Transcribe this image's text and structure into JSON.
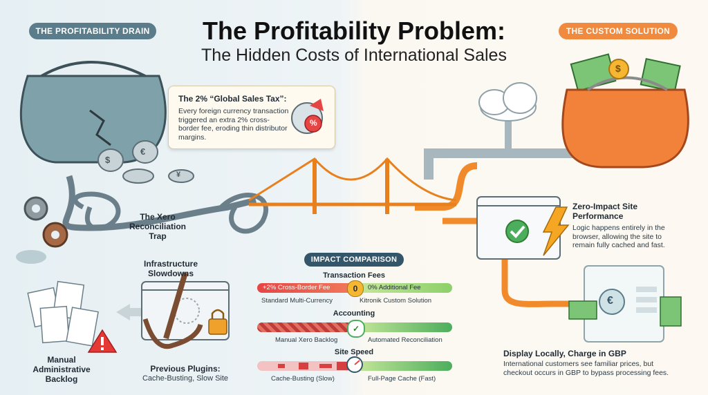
{
  "header": {
    "title": "The Profitability Problem:",
    "subtitle": "The Hidden Costs of International Sales"
  },
  "left_panel": {
    "pill": "THE PROFITABILITY DRAIN",
    "callout": {
      "title": "The 2% “Global Sales Tax”:",
      "body": "Every foreign currency transaction triggered an extra 2% cross-border fee, eroding thin distributor margins."
    },
    "xero_trap": "The Xero Reconciliation Trap",
    "infrastructure": "Infrastructure Slowdowns",
    "manual_backlog": "Manual Administrative Backlog",
    "previous_plugins": {
      "title": "Previous Plugins:",
      "body": "Cache-Busting, Slow Site"
    }
  },
  "right_panel": {
    "pill": "THE CUSTOM SOLUTION",
    "zero_impact": {
      "title": "Zero-Impact Site Performance",
      "body": "Logic happens entirely in the browser, allowing the site to remain fully cached and fast."
    },
    "display_locally": {
      "title": "Display Locally, Charge in GBP",
      "body": "International customers see familiar prices, but checkout occurs in GBP to bypass processing fees."
    }
  },
  "impact": {
    "pill": "IMPACT COMPARISON",
    "sections": [
      {
        "title": "Transaction Fees",
        "left_bar_text": "+2% Cross-Border Fee",
        "right_bar_text": "0% Additional Fee",
        "badge": "0",
        "left_label": "Standard Multi-Currency",
        "right_label": "Kitronik Custom Solution"
      },
      {
        "title": "Accounting",
        "badge": "✓",
        "left_label": "Manual Xero Backlog",
        "right_label": "Automated Reconciliation"
      },
      {
        "title": "Site Speed",
        "left_label": "Cache-Busting (Slow)",
        "right_label": "Full-Page Cache (Fast)"
      }
    ]
  },
  "icons": {
    "percent_symbol": "%",
    "dollar_symbol": "$",
    "euro_symbol": "€",
    "yen_symbol": "¥"
  },
  "colors": {
    "drain_pill": "#5b7c8a",
    "solution_pill": "#ef8a3e",
    "fee_red": "#e64545",
    "success_green": "#4cae5c",
    "pipe_orange": "#f08a2a",
    "pipe_grey": "#6b7f8a"
  }
}
